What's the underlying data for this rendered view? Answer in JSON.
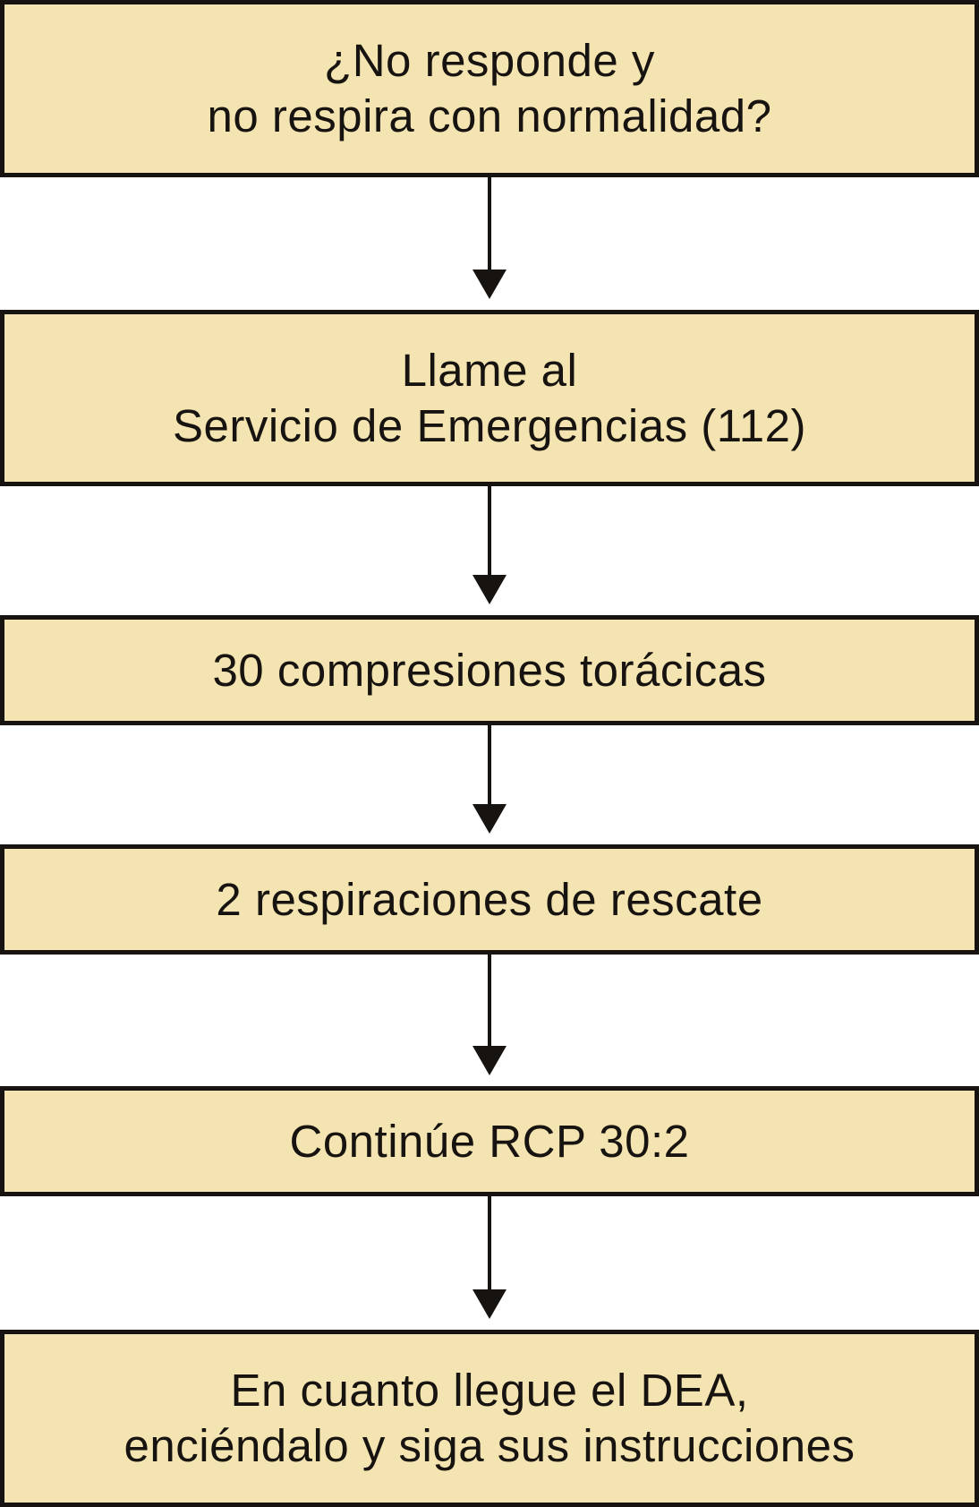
{
  "diagram": {
    "type": "flowchart",
    "direction": "top-down",
    "language": "es",
    "subject": "Secuencia de RCP básica (soporte vital básico)",
    "colors": {
      "box_fill": "#F4E4B1",
      "box_border": "#171310",
      "text": "#171310",
      "arrow": "#171310",
      "background": "#FFFFFF"
    },
    "steps": [
      {
        "id": 1,
        "lines": [
          "¿No responde y",
          "no respira con normalidad?"
        ]
      },
      {
        "id": 2,
        "lines": [
          "Llame al",
          "Servicio de Emergencias (112)"
        ]
      },
      {
        "id": 3,
        "lines": [
          "30 compresiones torácicas"
        ]
      },
      {
        "id": 4,
        "lines": [
          "2 respiraciones de rescate"
        ]
      },
      {
        "id": 5,
        "lines": [
          "Continúe RCP 30:2"
        ]
      },
      {
        "id": 6,
        "lines": [
          "En cuanto llegue el DEA,",
          "enciéndalo y siga sus instrucciones"
        ]
      }
    ],
    "connections": [
      {
        "from": 1,
        "to": 2
      },
      {
        "from": 2,
        "to": 3
      },
      {
        "from": 3,
        "to": 4
      },
      {
        "from": 4,
        "to": 5
      },
      {
        "from": 5,
        "to": 6
      }
    ]
  }
}
